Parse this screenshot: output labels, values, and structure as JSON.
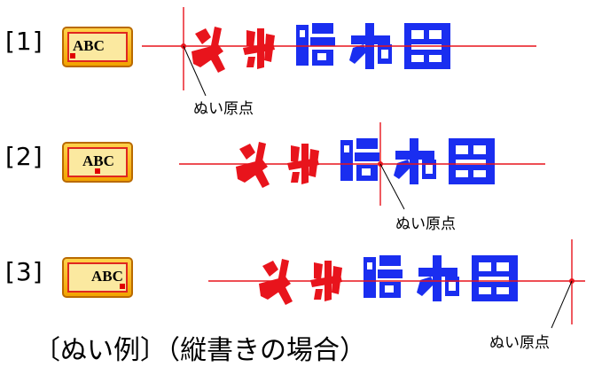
{
  "rows": [
    {
      "label": "[1]",
      "button_text": "ABC",
      "origin_label": "ぬい原点",
      "origin_position": "left"
    },
    {
      "label": "[2]",
      "button_text": "ABC",
      "origin_label": "ぬい原点",
      "origin_position": "center"
    },
    {
      "label": "[3]",
      "button_text": "ABC",
      "origin_label": "ぬい原点",
      "origin_position": "right"
    }
  ],
  "footer": "〔ぬい例〕（縦書きの場合）",
  "colors": {
    "red_stitch": "#e8141c",
    "blue_stitch": "#1a2ef0",
    "guide_line": "#e8141c",
    "button_fill": "#f6b400",
    "button_border": "#e0261f"
  }
}
